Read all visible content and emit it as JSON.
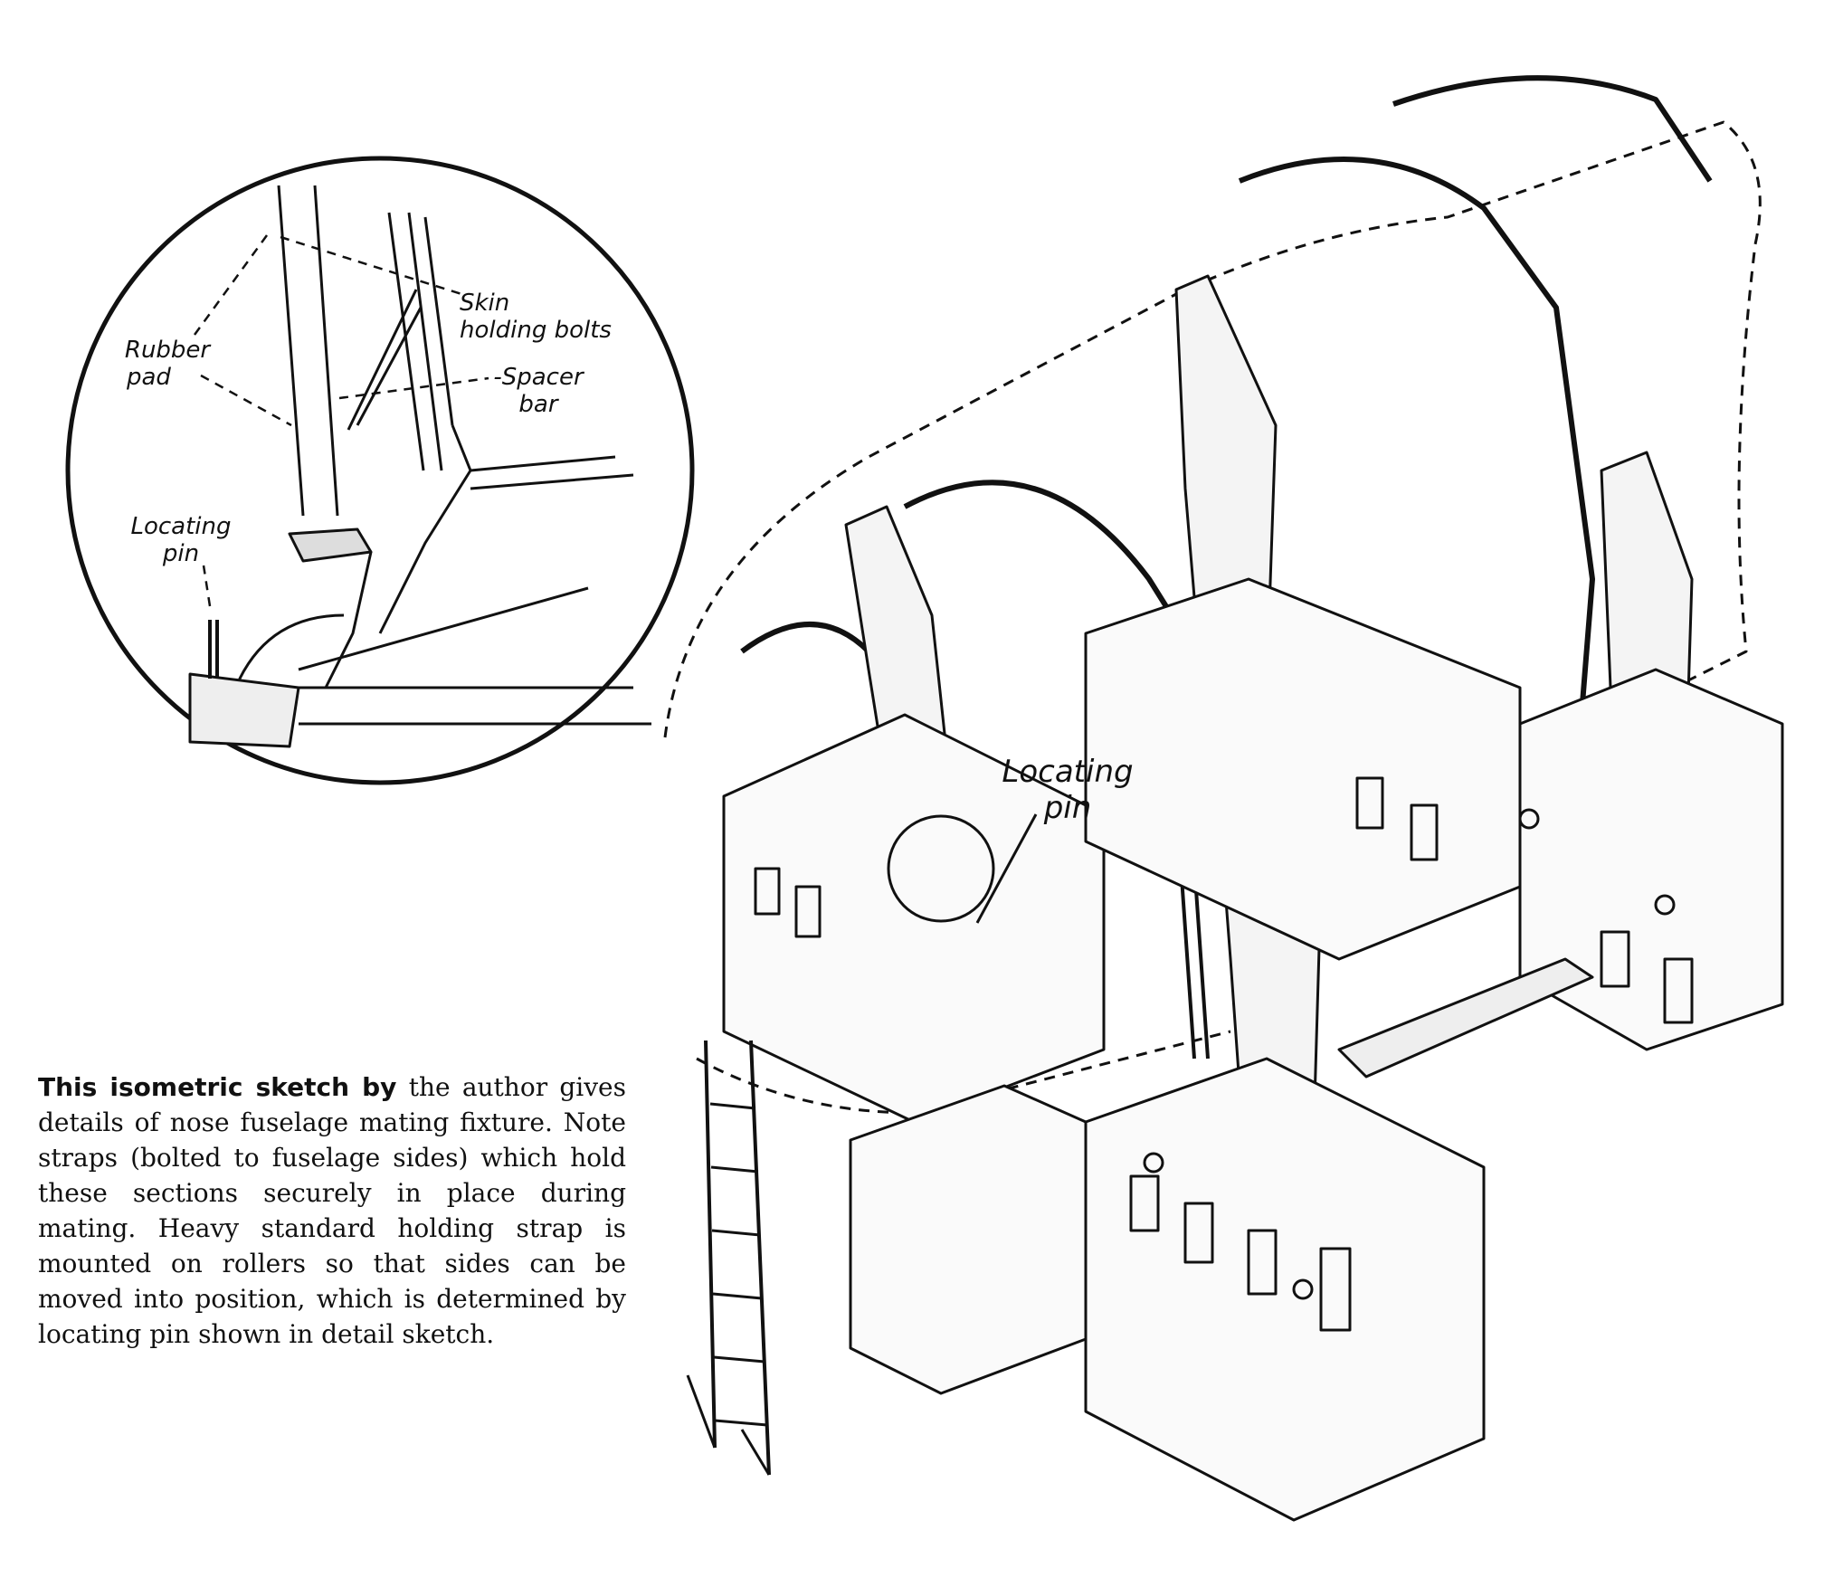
{
  "detail": {
    "skin_label_line1": "Skin",
    "skin_label_line2": "holding bolts",
    "rubber_label_line1": "Rubber",
    "rubber_label_line2": "pad",
    "spacer_label_line1": "-Spacer",
    "spacer_label_line2": "bar",
    "pin_label_line1": "Locating",
    "pin_label_line2": "pin"
  },
  "main": {
    "pin_label_line1": "Locating",
    "pin_label_line2": "pin"
  },
  "caption": {
    "lead": "This isometric sketch by",
    "body": " the author gives details of nose fuselage mating fixture. Note straps (bolted to fuselage sides) which hold these sections securely in place during mating. Heavy standard holding strap is mounted on rollers so that sides can be moved into position, which is determined by locating pin shown in detail sketch."
  }
}
